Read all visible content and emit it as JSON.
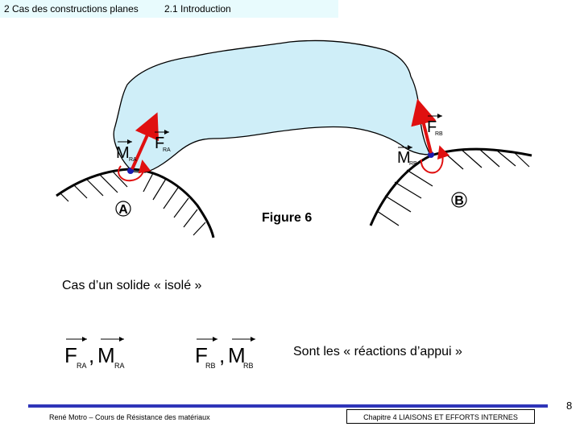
{
  "header": {
    "section": "2 Cas des constructions planes",
    "subsection": "2.1 Introduction"
  },
  "figure": {
    "caption": "Figure 6",
    "point_a": "A",
    "point_b": "B",
    "labels": {
      "f_ra_main": "F",
      "f_ra_sub": "RA",
      "m_ra_main": "M",
      "m_ra_sub": "RA",
      "f_rb_main": "F",
      "f_rb_sub": "RB",
      "m_rb_main": "M",
      "m_rb_sub": "RB"
    },
    "colors": {
      "solid_fill": "#cfeef8",
      "force_arrow": "#e01010",
      "moment_arc": "#e01010"
    }
  },
  "body": {
    "isolated_text": "Cas d’un solide « isolé »",
    "reactions_text": "Sont les « réactions d’appui »",
    "formula_a": {
      "f": "F",
      "f_sub": "RA",
      "sep": ",",
      "m": "M",
      "m_sub": "RA"
    },
    "formula_b": {
      "f": "F",
      "f_sub": "RB",
      "sep": ",",
      "m": "M",
      "m_sub": "RB"
    }
  },
  "footer": {
    "author": "René Motro – Cours de Résistance des matériaux",
    "chapter": "Chapitre 4 LIAISONS ET EFFORTS INTERNES",
    "page": "8",
    "bar_color": "#2f35b8"
  }
}
